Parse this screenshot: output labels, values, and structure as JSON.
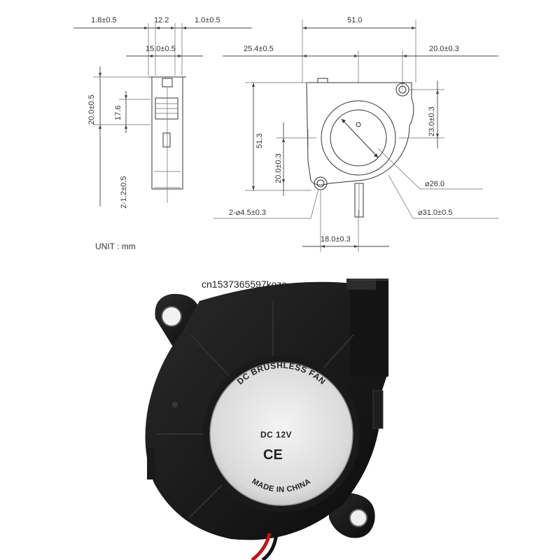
{
  "drawing": {
    "side_view": {
      "dim_left_gap": "1.8±0.5",
      "dim_width": "12.2",
      "dim_right_gap": "1.0±0.5",
      "dim_total_width": "15.0±0.5",
      "dim_height_outer": "20.0±0.5",
      "dim_height_inner": "17.6",
      "dim_lower": "2-1.2±0.5"
    },
    "front_view": {
      "dim_overall_width": "51.0",
      "dim_left_offset": "25.4±0.5",
      "dim_right_offset": "20.0±0.3",
      "dim_height": "51.3",
      "dim_hole_spacing_v": "23.0±0.3",
      "dim_inner_height": "20.0±0.3",
      "dim_inlet_diameter": "⌀26.0",
      "dim_housing_diameter": "⌀31.0±0.5",
      "dim_mount_holes": "2-⌀4.5±0.3",
      "dim_bottom_offset": "18.0±0.3"
    },
    "unit_label": "UNIT : mm"
  },
  "photo": {
    "watermark": "cn1537365597koze",
    "label_line1": "DC BRUSHLESS FAN",
    "label_line2": "DC 12V",
    "label_mark": "CE",
    "label_line3": "MADE IN CHINA"
  }
}
